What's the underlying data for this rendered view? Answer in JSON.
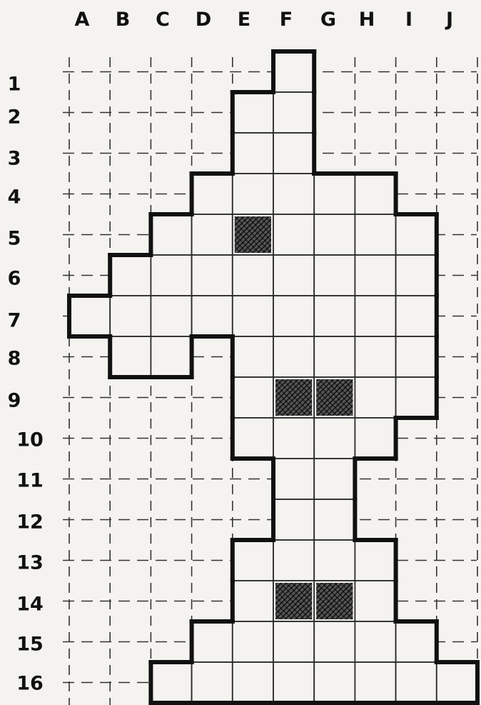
{
  "columns": [
    "A",
    "B",
    "C",
    "D",
    "E",
    "F",
    "G",
    "H",
    "I",
    "J"
  ],
  "rows": [
    "1",
    "2",
    "3",
    "4",
    "5",
    "6",
    "7",
    "8",
    "9",
    "10",
    "11",
    "12",
    "13",
    "14",
    "15",
    "16"
  ],
  "figure": {
    "row_spans": [
      {
        "row": "1",
        "from": "F",
        "to": "F"
      },
      {
        "row": "2",
        "from": "E",
        "to": "F"
      },
      {
        "row": "3",
        "from": "E",
        "to": "F"
      },
      {
        "row": "4",
        "from": "D",
        "to": "H"
      },
      {
        "row": "5",
        "from": "C",
        "to": "I"
      },
      {
        "row": "6",
        "from": "B",
        "to": "I"
      },
      {
        "row": "7",
        "from": "A",
        "to": "I"
      },
      {
        "row": "8",
        "from": "B",
        "to": "C"
      },
      {
        "row": "8",
        "from": "E",
        "to": "I"
      },
      {
        "row": "9",
        "from": "E",
        "to": "I"
      },
      {
        "row": "10",
        "from": "E",
        "to": "H"
      },
      {
        "row": "11",
        "from": "F",
        "to": "G"
      },
      {
        "row": "12",
        "from": "F",
        "to": "G"
      },
      {
        "row": "13",
        "from": "E",
        "to": "H"
      },
      {
        "row": "14",
        "from": "E",
        "to": "H"
      },
      {
        "row": "15",
        "from": "D",
        "to": "I"
      },
      {
        "row": "16",
        "from": "C",
        "to": "J"
      }
    ],
    "shaded_cells": [
      "E5",
      "F9",
      "G9",
      "F14",
      "G14"
    ]
  },
  "colors": {
    "paper": "#f4f3ef",
    "ink": "#111111",
    "cell_line": "#2a2a2a",
    "guide_line": "#333333",
    "shade": "#1a1a1a"
  }
}
